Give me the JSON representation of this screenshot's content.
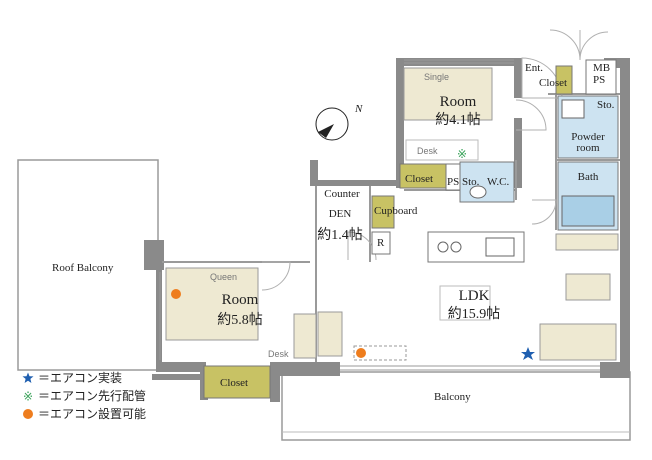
{
  "rooms": {
    "room1": {
      "name": "Room",
      "size": "約4.1帖",
      "bed": "Single",
      "desk": "Desk"
    },
    "room2": {
      "name": "Room",
      "size": "約5.8帖",
      "bed": "Queen",
      "desk": "Desk"
    },
    "den": {
      "name": "DEN",
      "size": "約1.4帖",
      "counter": "Counter"
    },
    "ldk": {
      "name": "LDK",
      "size": "約15.9帖"
    }
  },
  "labels": {
    "roof_balcony": "Roof Balcony",
    "balcony": "Balcony",
    "entrance": "Ent.",
    "closet_ent": "Closet",
    "mb_ps_1": "MB",
    "mb_ps_2": "PS",
    "sto_top": "Sto.",
    "powder_1": "Powder",
    "powder_2": "room",
    "bath": "Bath",
    "closet_room1": "Closet",
    "ps": "PS",
    "sto_mid": "Sto.",
    "wc": "W.C.",
    "cupboard": "Cupboard",
    "fridge": "R",
    "closet_room2": "Closet",
    "north": "N"
  },
  "legend": [
    {
      "icon": "star",
      "text": "＝エアコン実装",
      "color": "#1f5fb0"
    },
    {
      "icon": "asterisk",
      "text": "＝エアコン先行配管",
      "color": "#3aa35a"
    },
    {
      "icon": "dot",
      "text": "＝エアコン設置可能",
      "color": "#ee7d1e"
    }
  ],
  "colors": {
    "wall": "#8a8a8a",
    "closet": "#c8c264",
    "wet_area": "#cde3f1",
    "furniture": "#eee9d2",
    "ac_installed": "#1f5fb0",
    "ac_piping": "#3aa35a",
    "ac_possible": "#ee7d1e"
  }
}
